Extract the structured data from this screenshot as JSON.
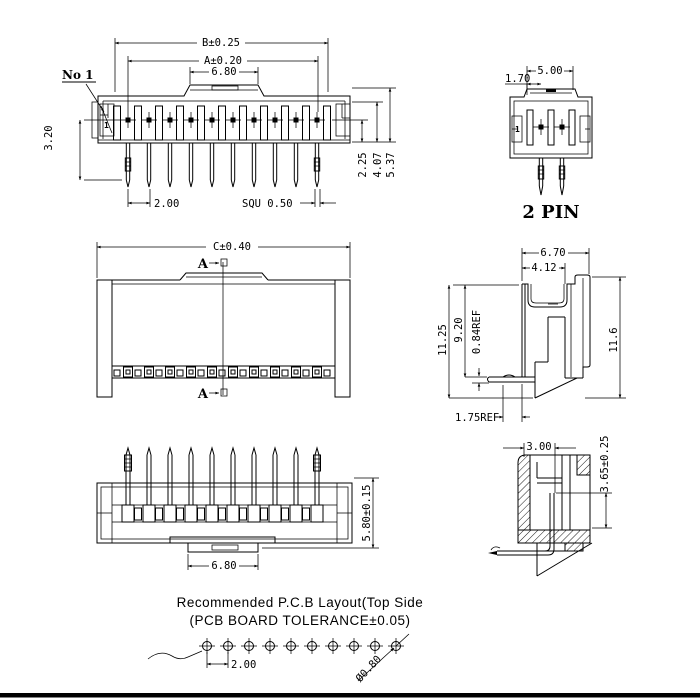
{
  "views": {
    "top": {
      "dim_b": "B±0.25",
      "dim_a": "A±0.20",
      "dim_tab": "6.80",
      "dim_height": "3.20",
      "dim_pitch": "2.00",
      "dim_pin": "SQU 0.50",
      "dim_r1": "2.25",
      "dim_r2": "4.07",
      "dim_r3": "5.37",
      "pin1_note": "No 1",
      "pin1_mark": "1"
    },
    "two_pin": {
      "dim_width": "5.00",
      "dim_offset": "1.70",
      "pin1_mark": "1",
      "caption": "2 PIN"
    },
    "front": {
      "dim_c": "C±0.40",
      "section_label": "A"
    },
    "side": {
      "dim_w1": "6.70",
      "dim_w2": "4.12",
      "dim_h1": "11.25",
      "dim_h2": "9.20",
      "dim_ref1": "0.84REF",
      "dim_h3": "11.6",
      "dim_ref2": "1.75REF"
    },
    "rear": {
      "dim_height": "5.80±0.15",
      "dim_tab": "6.80"
    },
    "section": {
      "dim_w": "3.00",
      "dim_h": "3.65±0.25"
    },
    "pcb": {
      "note1": "Recommended P.C.B Layout(Top Side",
      "note2": "(PCB  BOARD  TOLERANCE±0.05)",
      "dim_pitch": "2.00",
      "dim_hole": "Ø0.80"
    }
  },
  "colors": {
    "line": "#000000",
    "background": "#ffffff"
  }
}
